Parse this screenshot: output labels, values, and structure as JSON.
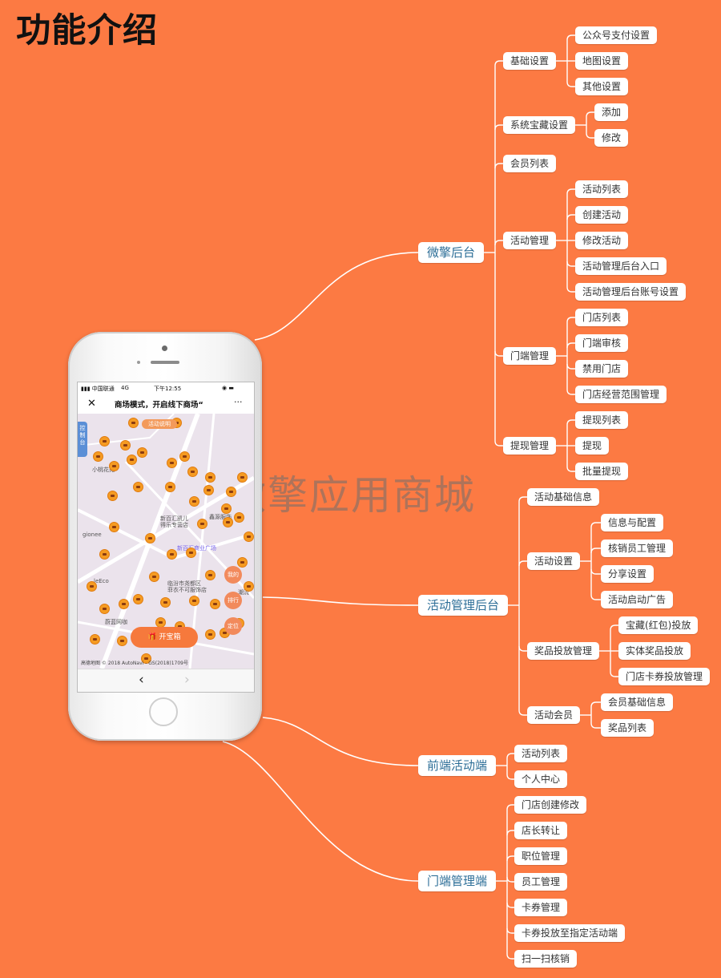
{
  "title": "功能介绍",
  "watermark": "微擎应用商城",
  "colors": {
    "background": "#fc7a43",
    "line": "#ffffff",
    "node_bg": "#ffffff",
    "main_text": "#2e6f98"
  },
  "mindmap": {
    "weiqing": {
      "label": "微擎后台",
      "children": [
        {
          "label": "基础设置",
          "children": [
            "公众号支付设置",
            "地图设置",
            "其他设置"
          ]
        },
        {
          "label": "系统宝藏设置",
          "children": [
            "添加",
            "修改"
          ]
        },
        {
          "label": "会员列表",
          "children": []
        },
        {
          "label": "活动管理",
          "children": [
            "活动列表",
            "创建活动",
            "修改活动",
            "活动管理后台入口",
            "活动管理后台账号设置"
          ]
        },
        {
          "label": "门端管理",
          "children": [
            "门店列表",
            "门端审核",
            "禁用门店",
            "门店经营范围管理"
          ]
        },
        {
          "label": "提现管理",
          "children": [
            "提现列表",
            "提现",
            "批量提现"
          ]
        }
      ]
    },
    "activity_admin": {
      "label": "活动管理后台",
      "children": [
        {
          "label": "活动基础信息",
          "children": []
        },
        {
          "label": "活动设置",
          "children": [
            "信息与配置",
            "核销员工管理",
            "分享设置",
            "活动启动广告"
          ]
        },
        {
          "label": "奖品投放管理",
          "children": [
            "宝藏(红包)投放",
            "实体奖品投放",
            "门店卡券投放管理"
          ]
        },
        {
          "label": "活动会员",
          "children": [
            "会员基础信息",
            "奖品列表"
          ]
        }
      ]
    },
    "frontend": {
      "label": "前端活动端",
      "children": [
        {
          "label": "活动列表",
          "children": []
        },
        {
          "label": "个人中心",
          "children": []
        }
      ]
    },
    "store": {
      "label": "门端管理端",
      "children": [
        {
          "label": "门店创建修改",
          "children": []
        },
        {
          "label": "店长转让",
          "children": []
        },
        {
          "label": "职位管理",
          "children": []
        },
        {
          "label": "员工管理",
          "children": []
        },
        {
          "label": "卡券管理",
          "children": []
        },
        {
          "label": "卡券投放至指定活动端",
          "children": []
        },
        {
          "label": "扫一扫核销",
          "children": []
        }
      ]
    }
  },
  "phone": {
    "status": {
      "carrier": "中国联通",
      "network": "4G",
      "time": "下午12:55"
    },
    "nav": {
      "close": "✕",
      "title": "商场模式，开启线下商场“",
      "more": "···"
    },
    "map": {
      "activity_button": "活动说明",
      "open_button": "开宝箱",
      "side_tab": "控制台",
      "labels": [
        "小桃花苑",
        "新百汇凯儿",
        "得乐专营店",
        "鑫源服饰",
        "新百汇商业广场",
        "临汾市尧都区",
        "菲衣不可服饰店",
        "gionee",
        "leEco",
        "蔚蓝网咖",
        "潮流"
      ],
      "side_buttons": [
        "我的",
        "排行",
        "定位"
      ],
      "copyright": "高德地图 © 2018 AutoNavi - GS(2018)1709号"
    },
    "bottom": {
      "back": "‹",
      "forward": "›"
    }
  }
}
